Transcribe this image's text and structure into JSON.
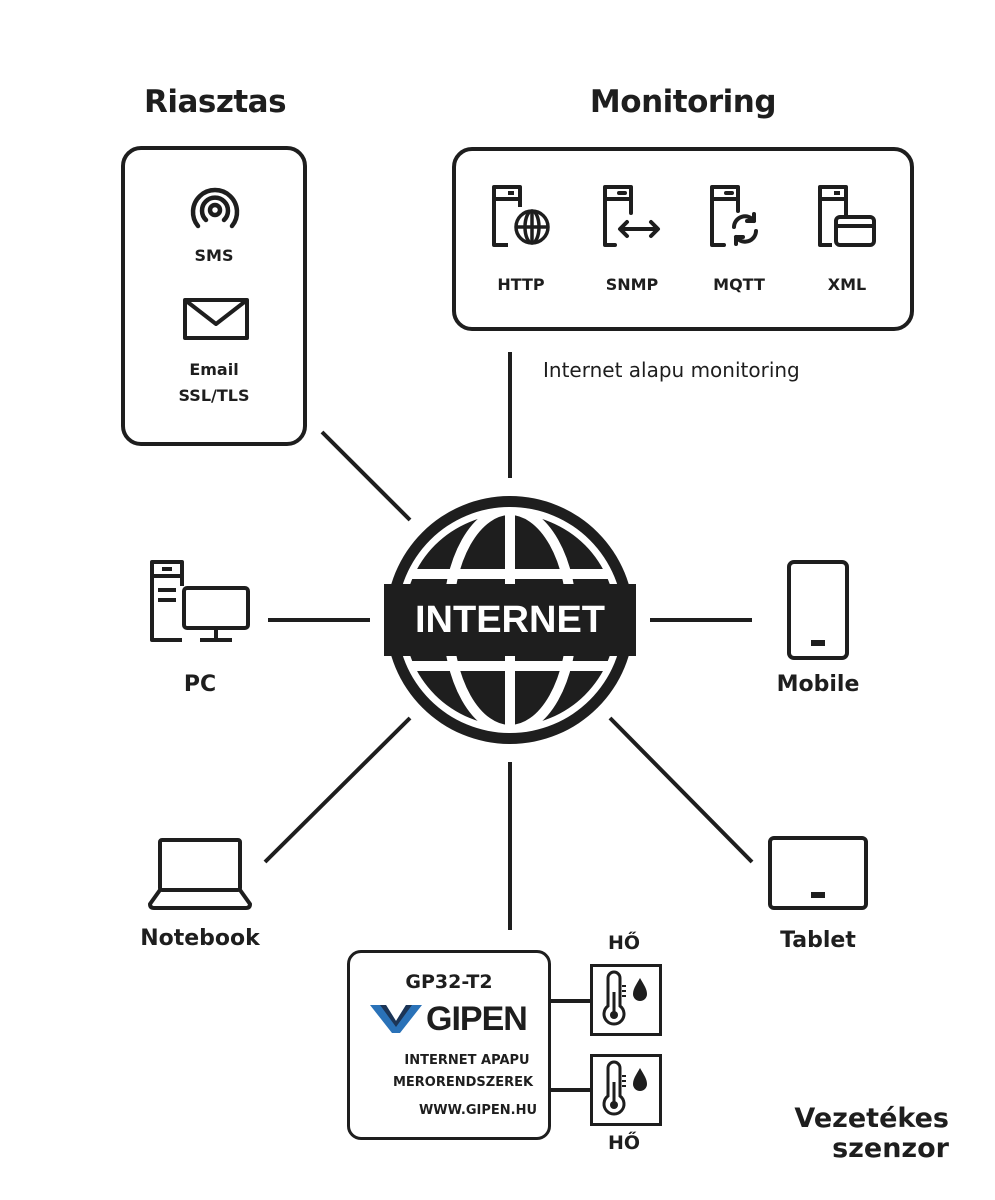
{
  "alarm": {
    "title": "Riasztas",
    "sms": "SMS",
    "email_line1": "Email",
    "email_line2": "SSL/TLS"
  },
  "monitoring": {
    "title": "Monitoring",
    "protocols": [
      "HTTP",
      "SNMP",
      "MQTT",
      "XML"
    ],
    "caption": "Internet alapu monitoring"
  },
  "internet": {
    "label": "INTERNET"
  },
  "devices": {
    "pc": "PC",
    "mobile": "Mobile",
    "notebook": "Notebook",
    "tablet": "Tablet"
  },
  "gateway": {
    "model": "GP32-T2",
    "brand": "GIPEN",
    "tagline_line1": "INTERNET APAPU",
    "tagline_line2": "MERORENDSZEREK",
    "url": "WWW.GIPEN.HU"
  },
  "sensors": {
    "top_label": "HŐ",
    "bottom_label": "HŐ"
  },
  "footer": {
    "line1": "Vezetékes",
    "line2": "szenzor"
  },
  "colors": {
    "ink": "#1e1e1e",
    "brand_blue": "#2a72b8",
    "brand_dark": "#1c3556"
  }
}
